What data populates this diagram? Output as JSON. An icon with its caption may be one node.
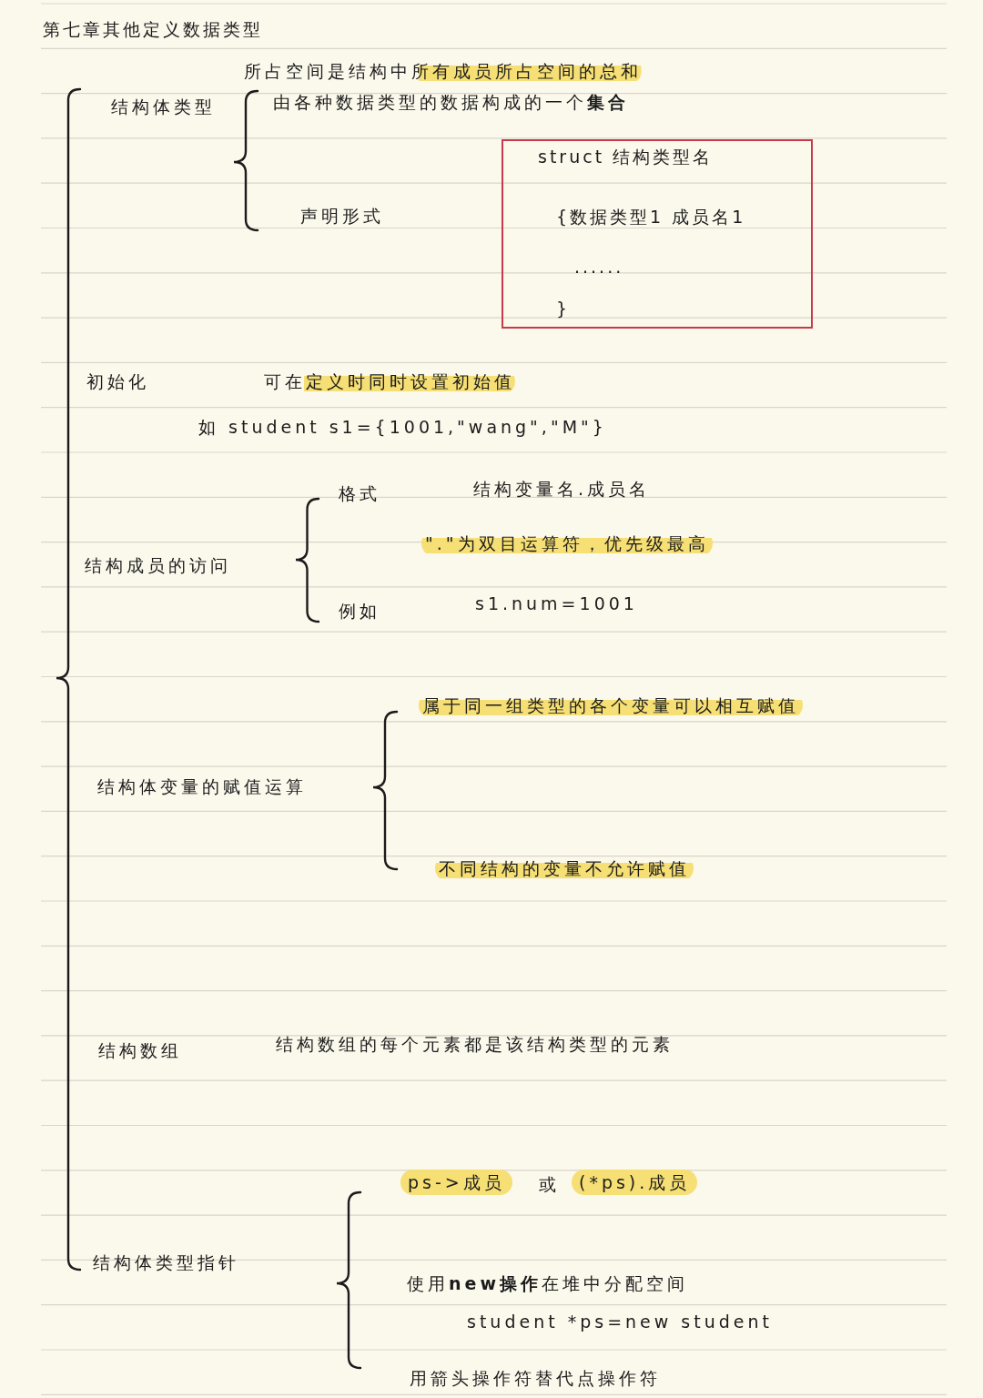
{
  "diagram": {
    "title": "第七章其他定义数据类型",
    "nodes": [
      {
        "text": [
          "struct 结构类型名",
          "{数据类型1 成员名1",
          "......",
          "}"
        ]
      }
    ],
    "labels": [
      "所占空间是结构中所有成员所占空间的总和",
      "结构体类型",
      "由各种数据类型的数据构成的一个**集合**",
      "声明形式",
      "初始化",
      "可在定义时同时设置初始值",
      "如 student s1={1001,\"wang\",\"M\"}",
      "格式",
      "结构变量名.成员名",
      "\".\"为双目运算符，优先级最高",
      "结构成员的访问",
      "例如",
      "s1.num=1001",
      "属于同一组类型的各个变量可以相互赋值",
      "结构体变量的赋值运算",
      "不同结构的变量不允许赋值",
      "结构数组",
      "结构数组的每个元素都是该结构类型的元素",
      "ps->成员",
      "或",
      "(*ps).成员",
      "结构体类型指针",
      "使用**new操作**在堆中分配空间",
      "student *ps=new student",
      "用箭头操作符替代点操作符"
    ]
  }
}
